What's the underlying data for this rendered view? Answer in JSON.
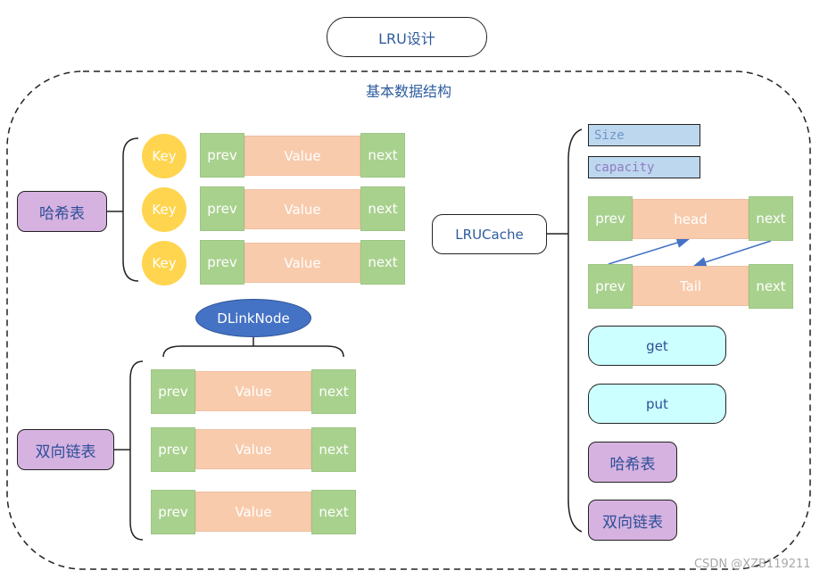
{
  "title": "LRU设计",
  "section_title": "基本数据结构",
  "hash_table": {
    "label": "哈希表",
    "rows": [
      {
        "key": "Key",
        "prev": "prev",
        "value": "Value",
        "next": "next"
      },
      {
        "key": "Key",
        "prev": "prev",
        "value": "Value",
        "next": "next"
      },
      {
        "key": "Key",
        "prev": "prev",
        "value": "Value",
        "next": "next"
      }
    ]
  },
  "dlinknode_label": "DLinkNode",
  "linked_list": {
    "label": "双向链表",
    "rows": [
      {
        "prev": "prev",
        "value": "Value",
        "next": "next"
      },
      {
        "prev": "prev",
        "value": "Value",
        "next": "next"
      },
      {
        "prev": "prev",
        "value": "Value",
        "next": "next"
      }
    ]
  },
  "lrucache": {
    "label": "LRUCache",
    "size_field": "Size",
    "capacity_field": "capacity",
    "head_node": {
      "prev": "prev",
      "value": "head",
      "next": "next"
    },
    "tail_node": {
      "prev": "prev",
      "value": "Tail",
      "next": "next"
    },
    "methods": [
      "get",
      "put"
    ],
    "members": [
      "哈希表",
      "双向链表"
    ]
  },
  "watermark": "CSDN @XZB119211",
  "colors": {
    "key": "#ffd54f",
    "prev_next": "#a9d18e",
    "value": "#f8cbad",
    "purple_label": "#d6b2e0",
    "oval": "#4472c4",
    "field": "#bdd7ee",
    "method": "#ccffff",
    "arrow": "#4472c4"
  }
}
